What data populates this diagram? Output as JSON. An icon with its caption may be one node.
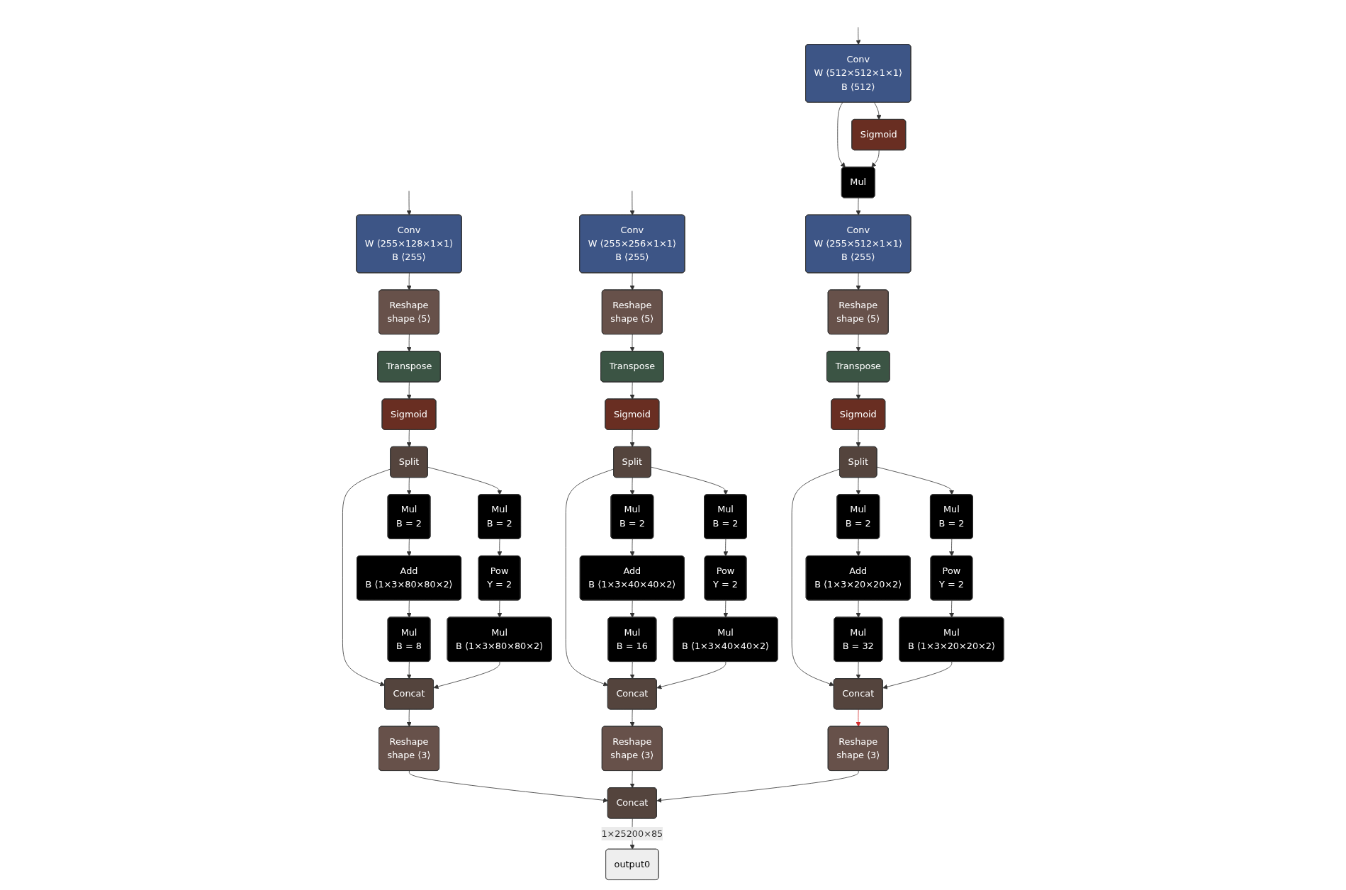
{
  "diagram": {
    "nodes": [
      {
        "text": [
          "Conv",
          "W ⟨255×128×1×1⟩",
          "B ⟨255⟩"
        ]
      },
      {
        "text": [
          "Reshape",
          "shape ⟨5⟩"
        ]
      },
      {
        "text": [
          "Transpose"
        ]
      },
      {
        "text": [
          "Sigmoid"
        ]
      },
      {
        "text": [
          "Split"
        ]
      },
      {
        "text": [
          "Mul",
          "B = 2"
        ]
      },
      {
        "text": [
          "Mul",
          "B = 2"
        ]
      },
      {
        "text": [
          "Add",
          "B ⟨1×3×80×80×2⟩"
        ]
      },
      {
        "text": [
          "Pow",
          "Y = 2"
        ]
      },
      {
        "text": [
          "Mul",
          "B = 8"
        ]
      },
      {
        "text": [
          "Mul",
          "B ⟨1×3×80×80×2⟩"
        ]
      },
      {
        "text": [
          "Concat"
        ]
      },
      {
        "text": [
          "Reshape",
          "shape ⟨3⟩"
        ]
      },
      {
        "text": [
          "Conv",
          "W ⟨255×256×1×1⟩",
          "B ⟨255⟩"
        ]
      },
      {
        "text": [
          "Reshape",
          "shape ⟨5⟩"
        ]
      },
      {
        "text": [
          "Transpose"
        ]
      },
      {
        "text": [
          "Sigmoid"
        ]
      },
      {
        "text": [
          "Split"
        ]
      },
      {
        "text": [
          "Mul",
          "B = 2"
        ]
      },
      {
        "text": [
          "Mul",
          "B = 2"
        ]
      },
      {
        "text": [
          "Add",
          "B ⟨1×3×40×40×2⟩"
        ]
      },
      {
        "text": [
          "Pow",
          "Y = 2"
        ]
      },
      {
        "text": [
          "Mul",
          "B = 16"
        ]
      },
      {
        "text": [
          "Mul",
          "B ⟨1×3×40×40×2⟩"
        ]
      },
      {
        "text": [
          "Concat"
        ]
      },
      {
        "text": [
          "Reshape",
          "shape ⟨3⟩"
        ]
      },
      {
        "text": [
          "Conv",
          "W ⟨512×512×1×1⟩",
          "B ⟨512⟩"
        ]
      },
      {
        "text": [
          "Sigmoid"
        ]
      },
      {
        "text": [
          "Mul"
        ]
      },
      {
        "text": [
          "Conv",
          "W ⟨255×512×1×1⟩",
          "B ⟨255⟩"
        ]
      },
      {
        "text": [
          "Reshape",
          "shape ⟨5⟩"
        ]
      },
      {
        "text": [
          "Transpose"
        ]
      },
      {
        "text": [
          "Sigmoid"
        ]
      },
      {
        "text": [
          "Split"
        ]
      },
      {
        "text": [
          "Mul",
          "B = 2"
        ]
      },
      {
        "text": [
          "Mul",
          "B = 2"
        ]
      },
      {
        "text": [
          "Add",
          "B ⟨1×3×20×20×2⟩"
        ]
      },
      {
        "text": [
          "Pow",
          "Y = 2"
        ]
      },
      {
        "text": [
          "Mul",
          "B = 32"
        ]
      },
      {
        "text": [
          "Mul",
          "B ⟨1×3×20×20×2⟩"
        ]
      },
      {
        "text": [
          "Concat"
        ]
      },
      {
        "text": [
          "Reshape",
          "shape ⟨3⟩"
        ]
      },
      {
        "text": [
          "Concat"
        ]
      },
      {
        "text": [
          "output0"
        ]
      }
    ],
    "edges": [
      {
        "from": null,
        "to": 0,
        "arrow": "to"
      },
      {
        "from": 0,
        "to": 1,
        "arrow": "to"
      },
      {
        "from": 1,
        "to": 2,
        "arrow": "to"
      },
      {
        "from": 2,
        "to": 3,
        "arrow": "to"
      },
      {
        "from": 3,
        "to": 4,
        "arrow": "to"
      },
      {
        "from": 4,
        "to": 5,
        "arrow": "to"
      },
      {
        "from": 4,
        "to": 6,
        "arrow": "to"
      },
      {
        "from": 4,
        "to": 11,
        "arrow": "to"
      },
      {
        "from": 5,
        "to": 7,
        "arrow": "to"
      },
      {
        "from": 6,
        "to": 8,
        "arrow": "to"
      },
      {
        "from": 7,
        "to": 9,
        "arrow": "to"
      },
      {
        "from": 8,
        "to": 10,
        "arrow": "to"
      },
      {
        "from": 9,
        "to": 11,
        "arrow": "to"
      },
      {
        "from": 10,
        "to": 11,
        "arrow": "to"
      },
      {
        "from": 11,
        "to": 12,
        "arrow": "to"
      },
      {
        "from": 12,
        "to": 42,
        "arrow": "to"
      },
      {
        "from": null,
        "to": 13,
        "arrow": "to"
      },
      {
        "from": 13,
        "to": 14,
        "arrow": "to"
      },
      {
        "from": 14,
        "to": 15,
        "arrow": "to"
      },
      {
        "from": 15,
        "to": 16,
        "arrow": "to"
      },
      {
        "from": 16,
        "to": 17,
        "arrow": "to"
      },
      {
        "from": 17,
        "to": 18,
        "arrow": "to"
      },
      {
        "from": 17,
        "to": 19,
        "arrow": "to"
      },
      {
        "from": 17,
        "to": 24,
        "arrow": "to"
      },
      {
        "from": 18,
        "to": 20,
        "arrow": "to"
      },
      {
        "from": 19,
        "to": 21,
        "arrow": "to"
      },
      {
        "from": 20,
        "to": 22,
        "arrow": "to"
      },
      {
        "from": 21,
        "to": 23,
        "arrow": "to"
      },
      {
        "from": 22,
        "to": 24,
        "arrow": "to"
      },
      {
        "from": 23,
        "to": 24,
        "arrow": "to"
      },
      {
        "from": 24,
        "to": 25,
        "arrow": "to"
      },
      {
        "from": 25,
        "to": 42,
        "arrow": "to"
      },
      {
        "from": null,
        "to": 26,
        "arrow": "to"
      },
      {
        "from": 26,
        "to": 27,
        "arrow": "to"
      },
      {
        "from": 26,
        "to": 28,
        "arrow": "to"
      },
      {
        "from": 27,
        "to": 28,
        "arrow": "to"
      },
      {
        "from": 28,
        "to": 29,
        "arrow": "to"
      },
      {
        "from": 29,
        "to": 30,
        "arrow": "to"
      },
      {
        "from": 30,
        "to": 31,
        "arrow": "to"
      },
      {
        "from": 31,
        "to": 32,
        "arrow": "to"
      },
      {
        "from": 32,
        "to": 33,
        "arrow": "to"
      },
      {
        "from": 33,
        "to": 34,
        "arrow": "to"
      },
      {
        "from": 33,
        "to": 35,
        "arrow": "to"
      },
      {
        "from": 33,
        "to": 40,
        "arrow": "to"
      },
      {
        "from": 34,
        "to": 36,
        "arrow": "to"
      },
      {
        "from": 35,
        "to": 37,
        "arrow": "to"
      },
      {
        "from": 36,
        "to": 38,
        "arrow": "to"
      },
      {
        "from": 37,
        "to": 39,
        "arrow": "to"
      },
      {
        "from": 38,
        "to": 40,
        "arrow": "to"
      },
      {
        "from": 39,
        "to": 40,
        "arrow": "to"
      },
      {
        "from": 40,
        "to": 41,
        "arrow": "to",
        "color": "#d32f2f"
      },
      {
        "from": 41,
        "to": 42,
        "arrow": "to"
      },
      {
        "from": 42,
        "to": 43,
        "label": "1×25200×85",
        "arrow": "to"
      }
    ]
  }
}
